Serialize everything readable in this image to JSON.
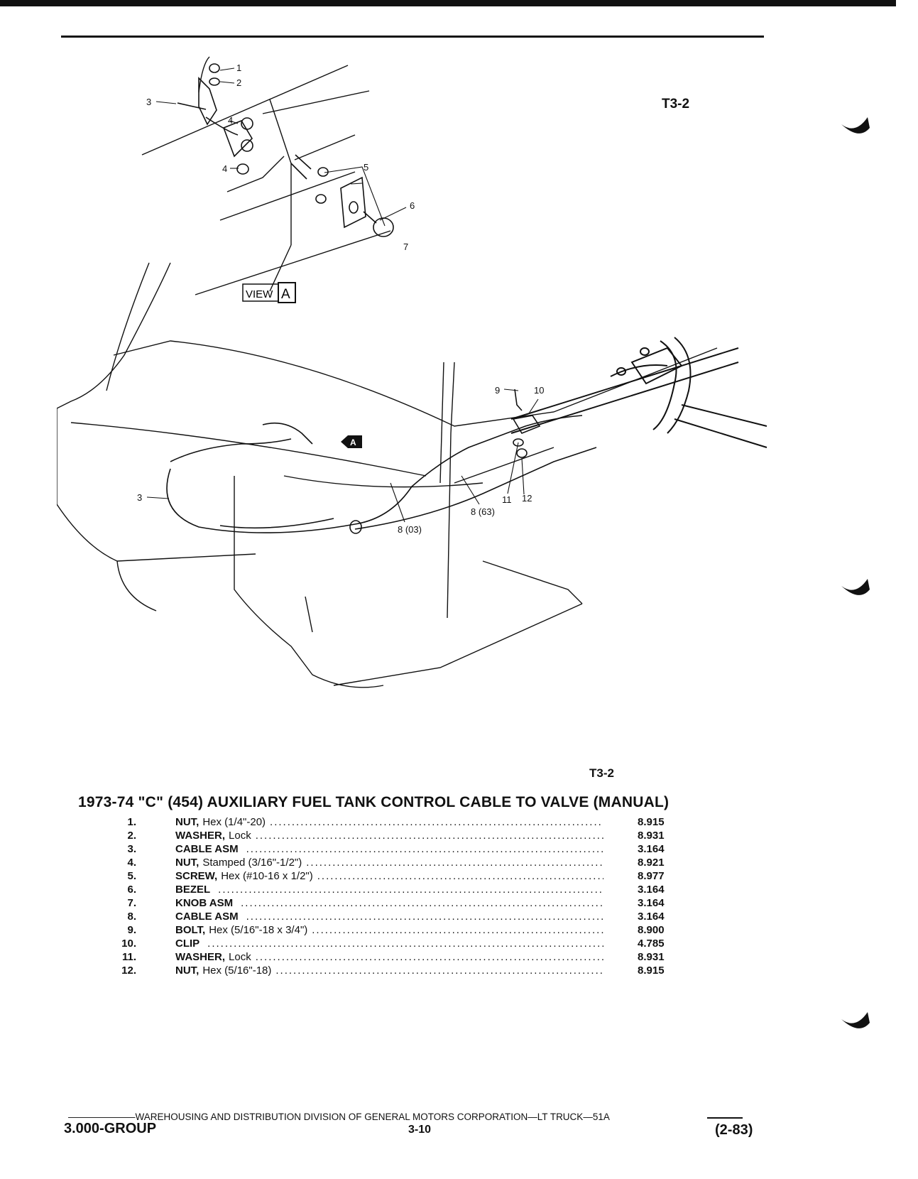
{
  "document": {
    "figure_code_top": "T3-2",
    "figure_code_bottom": "T3-2",
    "view_label": "VIEW",
    "view_letter": "A",
    "title": "1973-74 \"C\" (454) AUXILIARY FUEL TANK CONTROL CABLE TO VALVE (MANUAL)",
    "callouts": {
      "c1": "1",
      "c2": "2",
      "c3a": "3",
      "c4a": "4",
      "c4b": "4",
      "c5": "5",
      "c6": "6",
      "c7": "7",
      "c3b": "3",
      "c8a": "8 (03)",
      "c8b": "8 (63)",
      "c9": "9",
      "c10": "10",
      "c11": "11",
      "c12": "12",
      "arrow_letter": "A"
    },
    "parts": [
      {
        "num": "1.",
        "name": "NUT,",
        "detail": "Hex (1/4\"-20)",
        "group": "8.915"
      },
      {
        "num": "2.",
        "name": "WASHER,",
        "detail": "Lock",
        "group": "8.931"
      },
      {
        "num": "3.",
        "name": "CABLE ASM",
        "detail": "",
        "group": "3.164"
      },
      {
        "num": "4.",
        "name": "NUT,",
        "detail": "Stamped (3/16\"-1/2\")",
        "group": "8.921"
      },
      {
        "num": "5.",
        "name": "SCREW,",
        "detail": "Hex (#10-16 x 1/2\")",
        "group": "8.977"
      },
      {
        "num": "6.",
        "name": "BEZEL",
        "detail": "",
        "group": "3.164"
      },
      {
        "num": "7.",
        "name": "KNOB ASM",
        "detail": "",
        "group": "3.164"
      },
      {
        "num": "8.",
        "name": "CABLE ASM",
        "detail": "",
        "group": "3.164"
      },
      {
        "num": "9.",
        "name": "BOLT,",
        "detail": "Hex (5/16\"-18 x 3/4\")",
        "group": "8.900"
      },
      {
        "num": "10.",
        "name": "CLIP",
        "detail": "",
        "group": "4.785"
      },
      {
        "num": "11.",
        "name": "WASHER,",
        "detail": "Lock",
        "group": "8.931"
      },
      {
        "num": "12.",
        "name": "NUT,",
        "detail": "Hex (5/16\"-18)",
        "group": "8.915"
      }
    ],
    "footer": {
      "line": "WAREHOUSING AND DISTRIBUTION  DIVISION OF GENERAL MOTORS CORPORATION—LT TRUCK—51A",
      "group": "3.000-GROUP",
      "page": "3-10",
      "date": "(2-83)"
    }
  }
}
